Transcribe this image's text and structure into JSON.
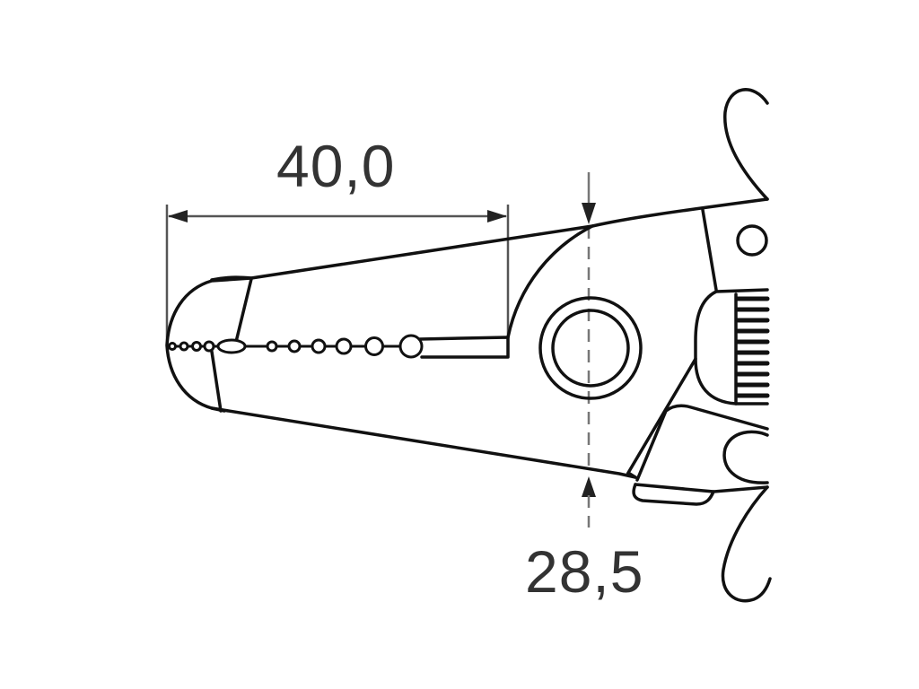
{
  "diagram": {
    "subject": "wire stripper pliers head (technical drawing)",
    "colors": {
      "outline": "#111111",
      "dimension_line": "#555555",
      "text": "#333333",
      "background": "#ffffff"
    },
    "dimensions": {
      "length": {
        "label": "40,0",
        "orientation": "horizontal"
      },
      "height": {
        "label": "28,5",
        "orientation": "vertical",
        "style": "dashed centerline with arrows"
      }
    }
  }
}
